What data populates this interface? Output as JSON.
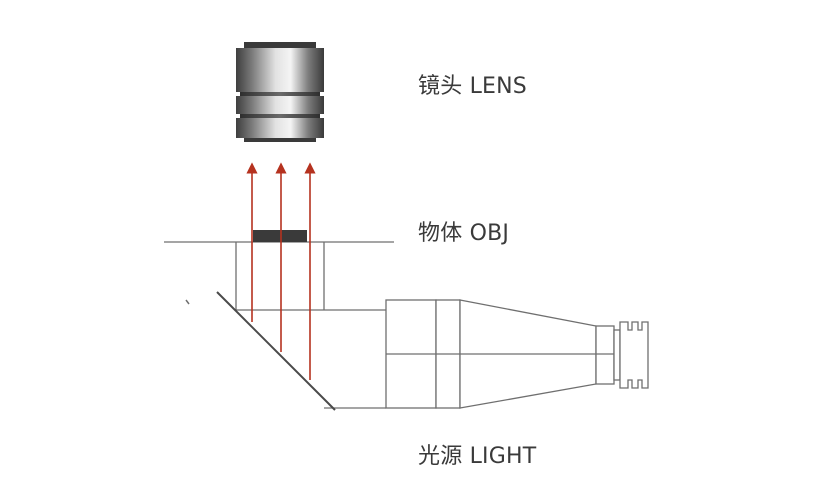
{
  "labels": {
    "lens": "镜头 LENS",
    "object": "物体 OBJ",
    "light": "光源 LIGHT"
  },
  "colors": {
    "background": "#ffffff",
    "outline": "#6f6f6f",
    "ray": "#b5321f",
    "object_block": "#3a3a3a",
    "lens_metal_dark": "#4a4a4a",
    "lens_metal_light": "#d9d9d9",
    "text": "#3a3a3a"
  },
  "icons": {
    "lens": "camera-lens-icon",
    "light_source": "coaxial-light-source-icon",
    "mirror": "beam-splitter-mirror"
  }
}
